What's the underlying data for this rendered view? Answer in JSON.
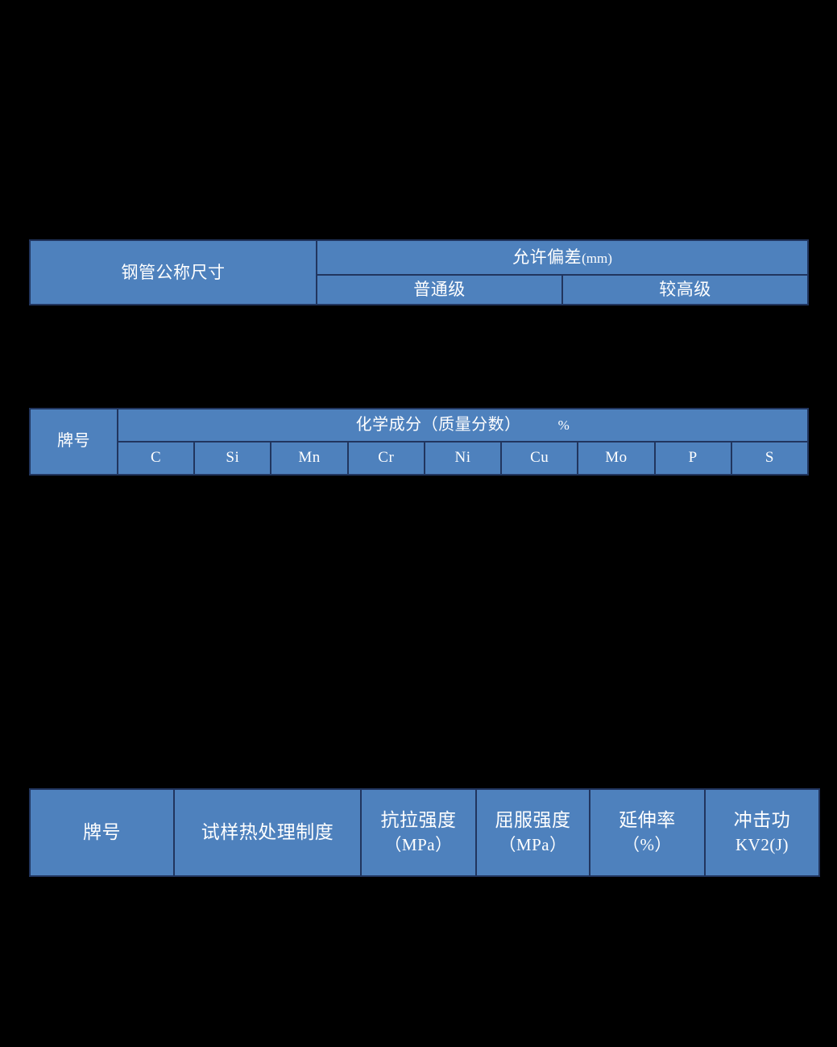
{
  "page": {
    "background_color": "#000000",
    "table_fill_color": "#4E81BD",
    "table_border_color": "#21355E",
    "text_color": "#FFFFFF"
  },
  "tables": {
    "tolerance": {
      "caption_col": "钢管公称尺寸",
      "group_header": "允许偏差",
      "group_header_unit": "(mm)",
      "sub_headers": [
        "普通级",
        "较高级"
      ]
    },
    "chemistry": {
      "grade_col": "牌号",
      "group_header": "化学成分（质量分数）",
      "group_header_unit": "%",
      "elements": [
        "C",
        "Si",
        "Mn",
        "Cr",
        "Ni",
        "Cu",
        "Mo",
        "P",
        "S"
      ]
    },
    "mechanical": {
      "columns": [
        {
          "line1": "牌号",
          "line2": ""
        },
        {
          "line1": "试样热处理制度",
          "line2": ""
        },
        {
          "line1": "抗拉强度",
          "line2": "（MPa）"
        },
        {
          "line1": "屈服强度",
          "line2": "（MPa）"
        },
        {
          "line1": "延伸率",
          "line2": "（%）"
        },
        {
          "line1": "冲击功",
          "line2": "KV2(J)"
        }
      ]
    }
  }
}
